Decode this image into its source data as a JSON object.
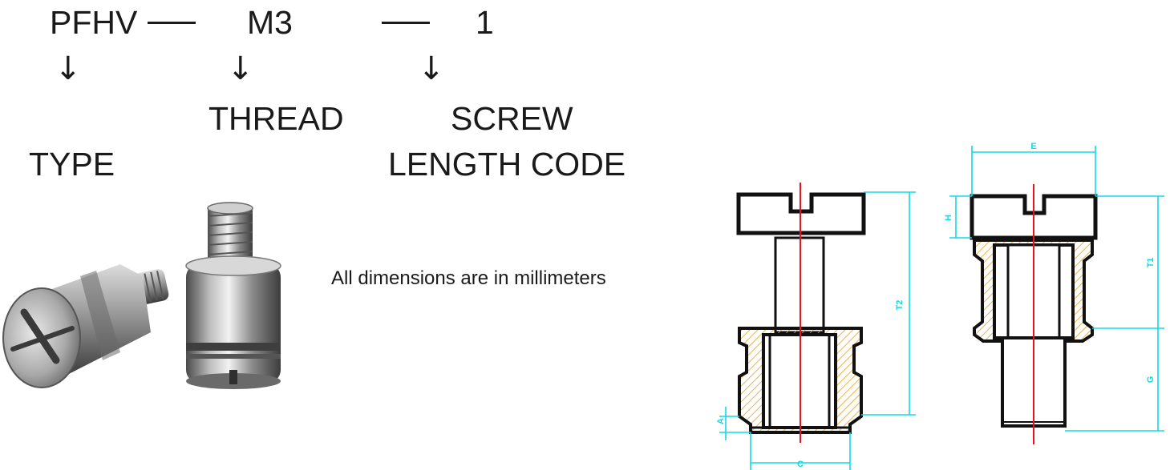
{
  "code": {
    "type_code": "PFHV",
    "thread_code": "M3",
    "length_code": "1",
    "arrow_glyph": "↓"
  },
  "labels": {
    "type": "TYPE",
    "thread": "THREAD",
    "screw_line1": "SCREW",
    "screw_line2": "LENGTH CODE"
  },
  "note": "All dimensions are in millimeters",
  "dimensions": {
    "left_view": {
      "t2": "T2",
      "a": "A",
      "c": "C"
    },
    "right_view": {
      "e": "E",
      "h": "H",
      "t1": "T1",
      "g": "G"
    }
  },
  "colors": {
    "dimension_line": "#10d8e8",
    "centerline": "#e8141c",
    "hatch": "#e8a020",
    "outline": "#111111"
  }
}
